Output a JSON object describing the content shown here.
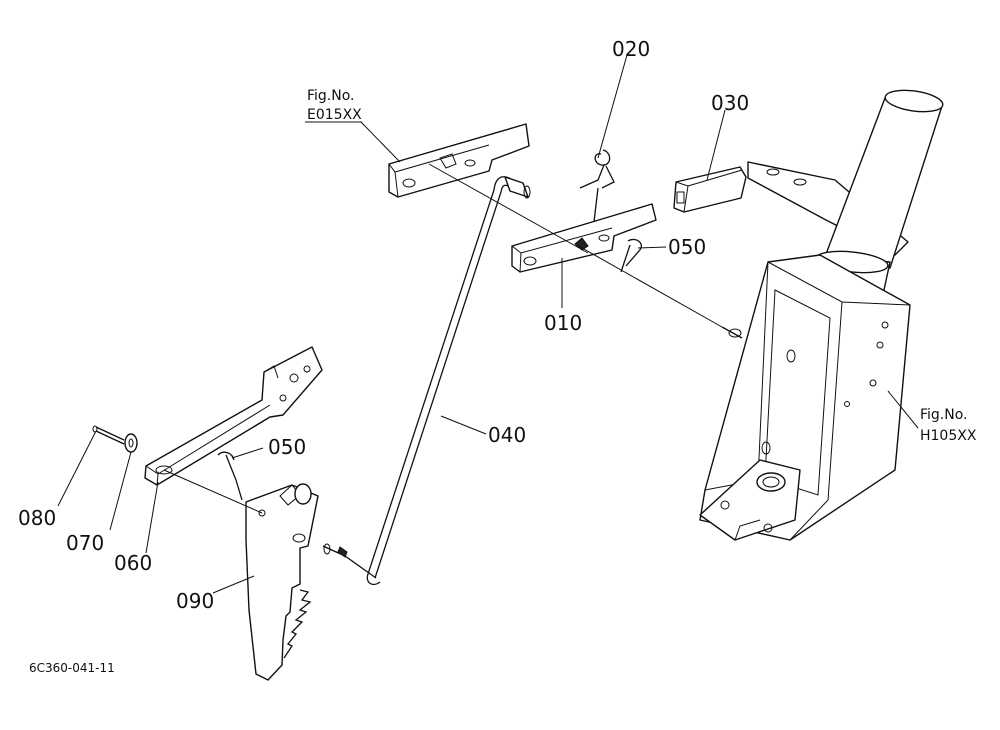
{
  "callouts": {
    "p010": "010",
    "p020": "020",
    "p030": "030",
    "p040": "040",
    "p050a": "050",
    "p050b": "050",
    "p060": "060",
    "p070": "070",
    "p080": "080",
    "p090": "090"
  },
  "references": {
    "e015": {
      "line1": "Fig.No.",
      "line2": "E015XX"
    },
    "h105": {
      "line1": "Fig.No.",
      "line2": "H105XX"
    }
  },
  "diagram_code": "6C360-041-11"
}
